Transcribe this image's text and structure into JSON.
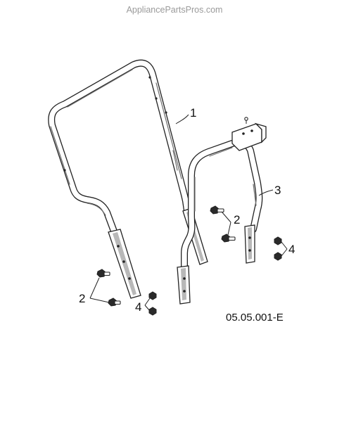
{
  "watermark": "AppliancePartsPros.com",
  "diagram_code": "05.05.001-E",
  "callouts": {
    "part_1": "1",
    "part_2_right": "2",
    "part_2_left": "2",
    "part_3": "3",
    "part_4_right": "4",
    "part_4_left": "4"
  },
  "colors": {
    "line": "#222222",
    "watermark": "#9a9a9a",
    "background": "#ffffff"
  }
}
